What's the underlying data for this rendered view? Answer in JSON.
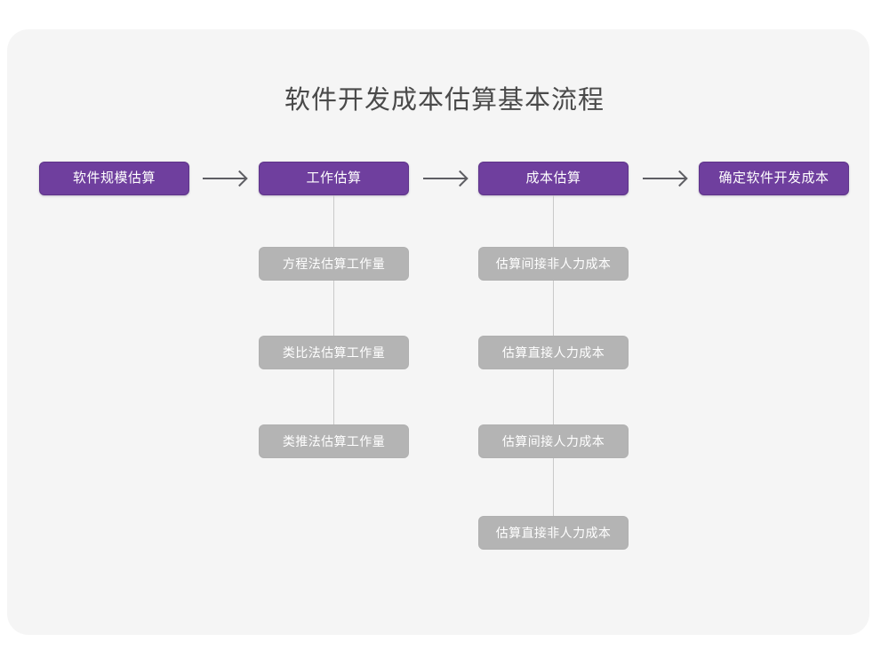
{
  "diagram": {
    "title": "软件开发成本估算基本流程",
    "colors": {
      "canvas_background": "#ffffff",
      "card_background": "#f5f5f5",
      "primary_node": "#6f3f9e",
      "secondary_node": "#b4b4b4",
      "node_text": "#ffffff",
      "title_text": "#4a4a4a",
      "arrow": "#5e5e63",
      "connector_line": "#c9c9c9"
    },
    "main_flow": [
      {
        "id": "step-1",
        "label": "软件规模估算"
      },
      {
        "id": "step-2",
        "label": "工作估算"
      },
      {
        "id": "step-3",
        "label": "成本估算"
      },
      {
        "id": "step-4",
        "label": "确定软件开发成本"
      }
    ],
    "arrows": [
      {
        "id": "arrow-1",
        "from": "step-1",
        "to": "step-2",
        "glyph": "right-arrow"
      },
      {
        "id": "arrow-2",
        "from": "step-2",
        "to": "step-3",
        "glyph": "right-arrow"
      },
      {
        "id": "arrow-3",
        "from": "step-3",
        "to": "step-4",
        "glyph": "right-arrow"
      }
    ],
    "branches": [
      {
        "id": "branch-work-estimation",
        "parent": "step-2",
        "parent_label": "工作估算",
        "items": [
          {
            "id": "work-1",
            "label": "方程法估算工作量"
          },
          {
            "id": "work-2",
            "label": "类比法估算工作量"
          },
          {
            "id": "work-3",
            "label": "类推法估算工作量"
          }
        ]
      },
      {
        "id": "branch-cost-estimation",
        "parent": "step-3",
        "parent_label": "成本估算",
        "items": [
          {
            "id": "cost-1",
            "label": "估算间接非人力成本"
          },
          {
            "id": "cost-2",
            "label": "估算直接人力成本"
          },
          {
            "id": "cost-3",
            "label": "估算间接人力成本"
          },
          {
            "id": "cost-4",
            "label": "估算直接非人力成本"
          }
        ]
      }
    ]
  }
}
